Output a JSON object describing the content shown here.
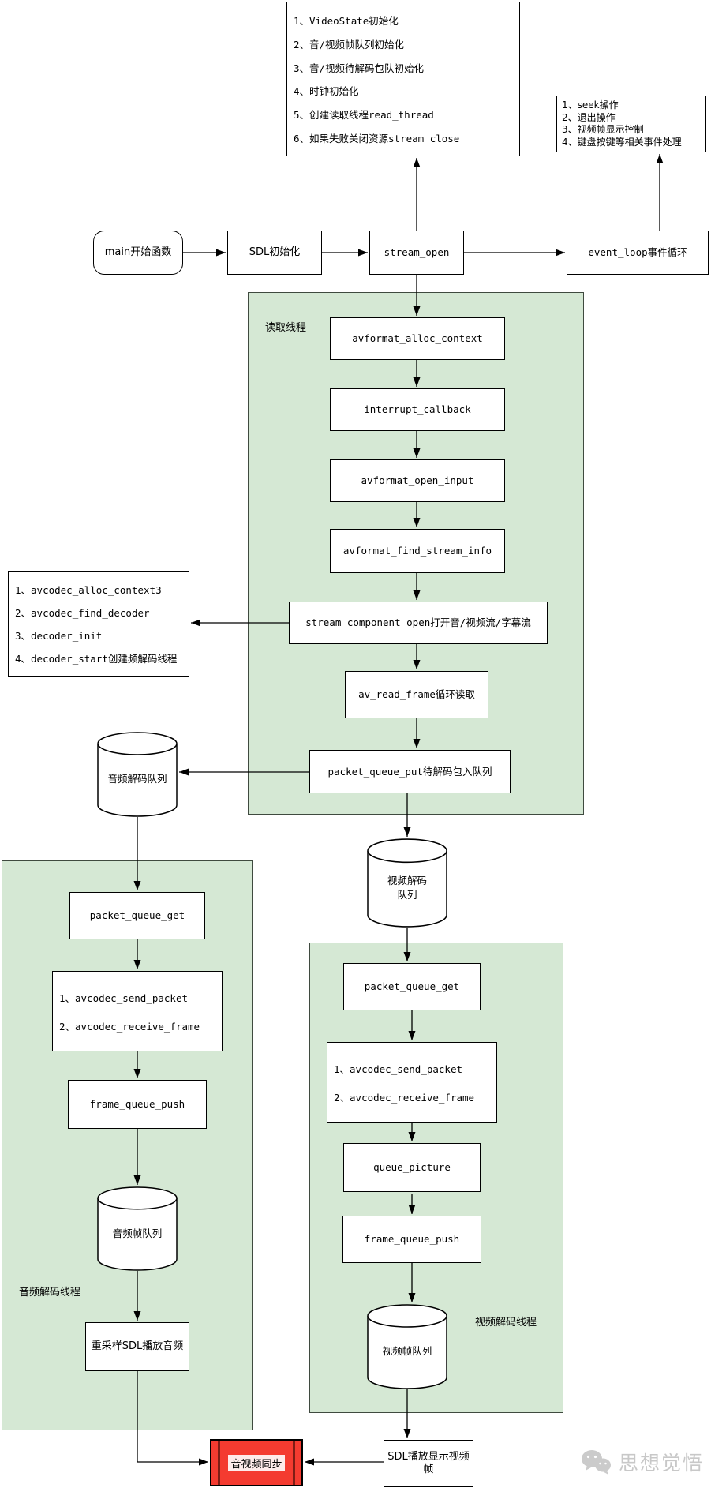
{
  "init_box": {
    "lines": [
      "1、VideoState初始化",
      "2、音/视频帧队列初始化",
      "3、音/视频待解码包队初始化",
      "4、时钟初始化",
      "5、创建读取线程read_thread",
      "6、如果失败关闭资源stream_close"
    ]
  },
  "event_box": {
    "lines": [
      "1、seek操作",
      "2、退出操作",
      "3、视频帧显示控制",
      "4、键盘按键等相关事件处理"
    ]
  },
  "decoder_box": {
    "lines": [
      "1、avcodec_alloc_context3",
      "2、avcodec_find_decoder",
      "3、decoder_init",
      "4、decoder_start创建频解码线程"
    ]
  },
  "flow": {
    "main": "main开始函数",
    "sdl_init": "SDL初始化",
    "stream_open": "stream_open",
    "event_loop": "event_loop事件循环"
  },
  "read_thread": {
    "label": "读取线程",
    "avformat_alloc_context": "avformat_alloc_context",
    "interrupt_callback": "interrupt_callback",
    "avformat_open_input": "avformat_open_input",
    "avformat_find_stream_info": "avformat_find_stream_info",
    "stream_component_open": "stream_component_open打开音/视频流/字幕流",
    "av_read_frame": "av_read_frame循环读取",
    "packet_queue_put": "packet_queue_put待解码包入队列"
  },
  "queues": {
    "audio_packet": "音频解码队列",
    "video_packet": "视频解码\n队列",
    "audio_frame": "音频帧队列",
    "video_frame": "视频帧队列"
  },
  "audio_thread": {
    "label": "音频解码线程",
    "packet_queue_get": "packet_queue_get",
    "steps": [
      "1、avcodec_send_packet",
      "2、avcodec_receive_frame"
    ],
    "frame_queue_push": "frame_queue_push",
    "resample": "重采样SDL播放音频"
  },
  "video_thread": {
    "label": "视频解码线程",
    "packet_queue_get": "packet_queue_get",
    "steps": [
      "1、avcodec_send_packet",
      "2、avcodec_receive_frame"
    ],
    "queue_picture": "queue_picture",
    "frame_queue_push": "frame_queue_push"
  },
  "bottom": {
    "av_sync": "音视频同步",
    "sdl_display": "SDL播放显示视频帧"
  },
  "watermark": {
    "text": "思想觉悟"
  },
  "colors": {
    "panel_green": "#d5e8d4",
    "sync_red": "#f43b30"
  }
}
